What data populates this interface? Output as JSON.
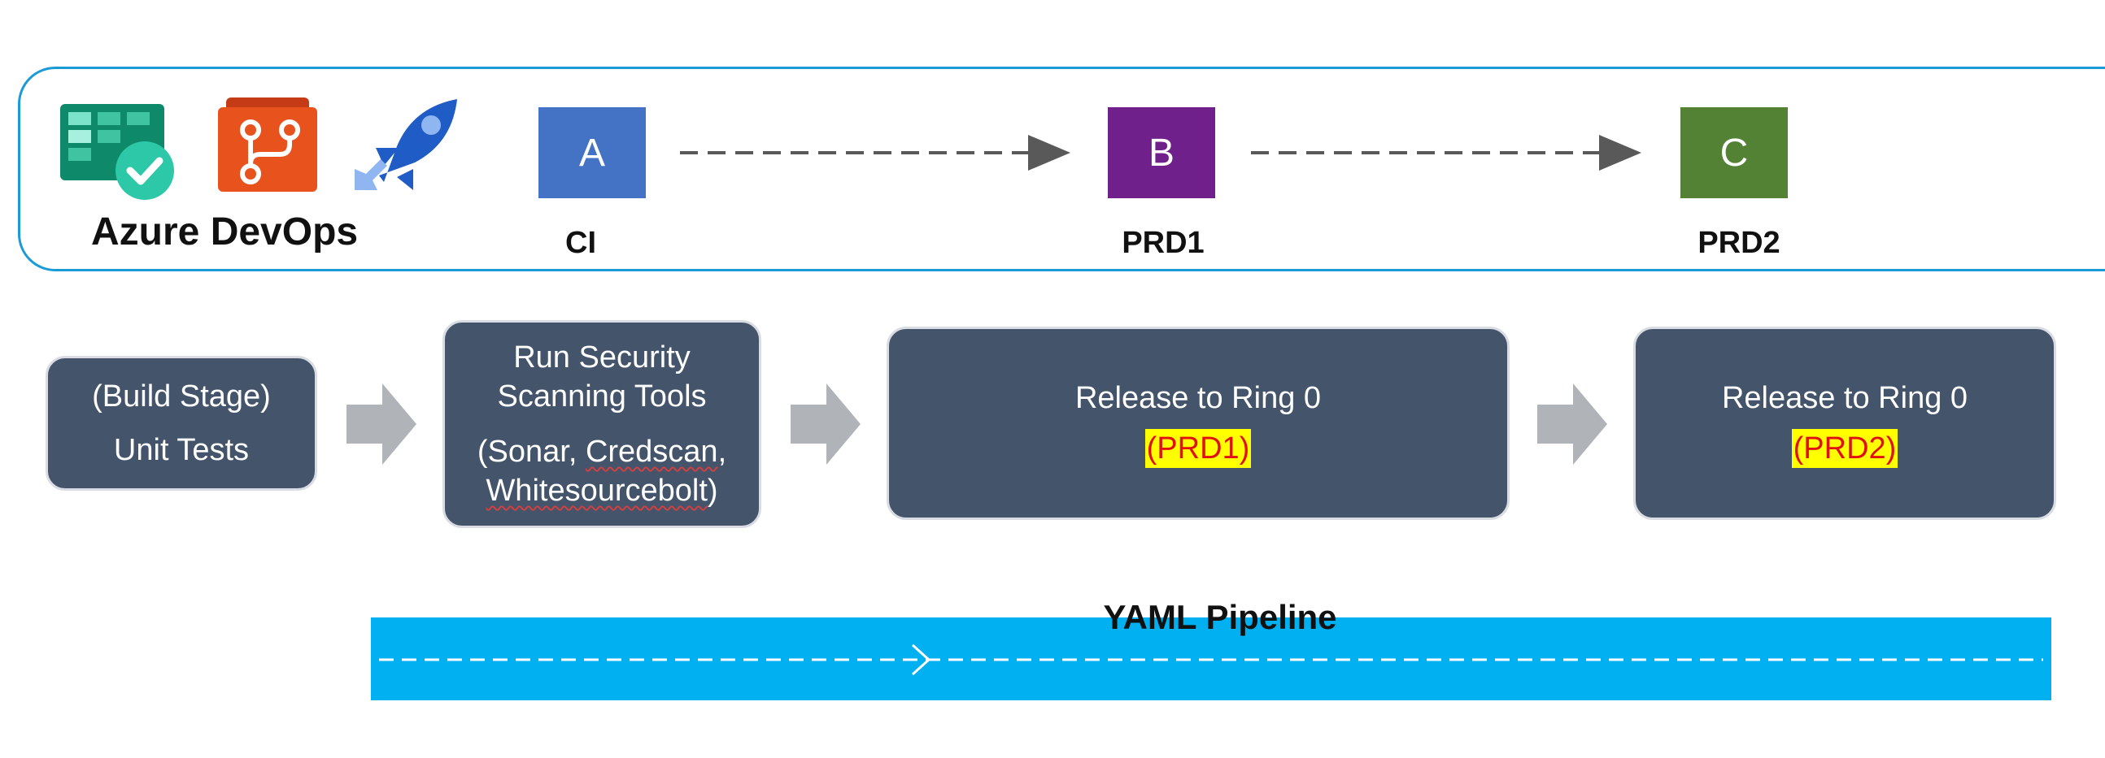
{
  "brand": {
    "name": "Azure DevOps",
    "icons": [
      "azure-boards-icon",
      "azure-repos-icon",
      "azure-pipelines-icon"
    ]
  },
  "stages": [
    {
      "letter": "A",
      "label": "CI",
      "color": "#4472c4"
    },
    {
      "letter": "B",
      "label": "PRD1",
      "color": "#70208a"
    },
    {
      "letter": "C",
      "label": "PRD2",
      "color": "#548235"
    }
  ],
  "process": {
    "build": {
      "line1": "(Build Stage)",
      "line2": "Unit Tests"
    },
    "security": {
      "line1": "Run Security",
      "line2": "Scanning Tools",
      "line3_pre": "(Sonar, ",
      "line3_word": "Credscan",
      "line3_post": ",",
      "line4_word": "Whitesourcebolt",
      "line4_post": ")"
    },
    "release1": {
      "title": "Release to Ring 0",
      "tag": "(PRD1)"
    },
    "release2": {
      "title": "Release to Ring 0",
      "tag": "(PRD2)"
    }
  },
  "pipeline": {
    "label": "YAML Pipeline"
  },
  "colors": {
    "panel_border": "#1a9bd7",
    "box_fill": "#44546a",
    "arrow_gray": "#b0b3b8",
    "pipeline_bar": "#00b0f0",
    "highlight": "#ffff00",
    "highlight_text": "#e01010"
  }
}
